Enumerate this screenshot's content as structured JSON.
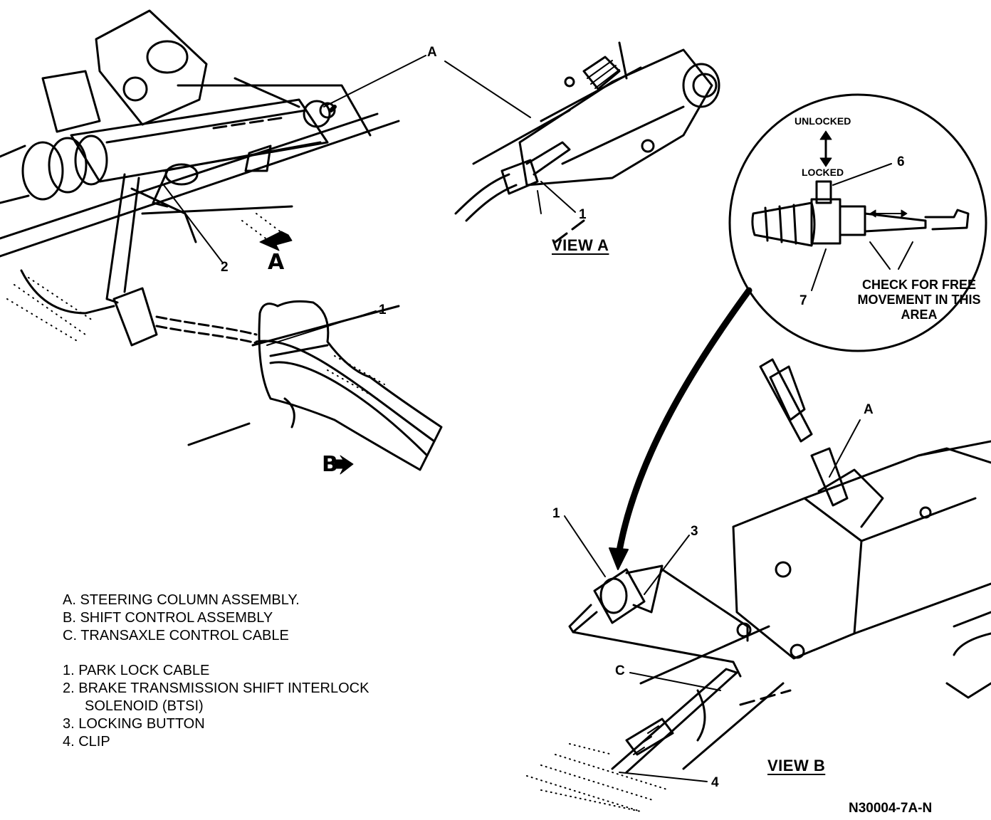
{
  "labels": {
    "view_a_marker": "A",
    "view_b_marker": "B",
    "callout_A_top": "A",
    "callout_1_view_a": "1",
    "view_a_title": "VIEW A",
    "callout_2": "2",
    "callout_1_pedal": "1",
    "unlocked": "UNLOCKED",
    "locked": "LOCKED",
    "callout_6": "6",
    "callout_7": "7",
    "check_note": "CHECK FOR FREE MOVEMENT IN THIS AREA",
    "callout_A_shift": "A",
    "callout_1_cable": "1",
    "callout_3": "3",
    "callout_C": "C",
    "callout_4": "4",
    "view_b_title": "VIEW B",
    "figure_code": "N30004-7A-N"
  },
  "legend": {
    "a": "A.  STEERING COLUMN ASSEMBLY.",
    "b": "B.  SHIFT CONTROL ASSEMBLY",
    "c": "C.  TRANSAXLE CONTROL CABLE",
    "i1": "1.  PARK LOCK CABLE",
    "i2": "2.  BRAKE TRANSMISSION SHIFT INTERLOCK",
    "i2b": "SOLENOID (BTSI)",
    "i3": "3.  LOCKING BUTTON",
    "i4": "4.  CLIP"
  }
}
